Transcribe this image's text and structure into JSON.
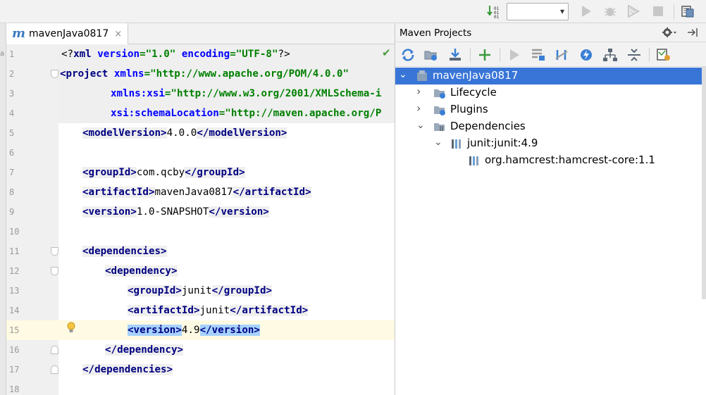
{
  "toolbar": {
    "run_config_value": "",
    "run_config_arrow": "▾"
  },
  "editor": {
    "tab_icon": "m",
    "tab_label": "mavenJava0817",
    "tab_close": "×",
    "lines": [
      {
        "num": "1"
      },
      {
        "num": "2"
      },
      {
        "num": "3"
      },
      {
        "num": "4"
      },
      {
        "num": "5"
      },
      {
        "num": "6"
      },
      {
        "num": "7"
      },
      {
        "num": "8"
      },
      {
        "num": "9"
      },
      {
        "num": "10"
      },
      {
        "num": "11"
      },
      {
        "num": "12"
      },
      {
        "num": "13"
      },
      {
        "num": "14"
      },
      {
        "num": "15"
      },
      {
        "num": "16"
      },
      {
        "num": "17"
      },
      {
        "num": "18"
      }
    ],
    "code": {
      "l1_open": "<?",
      "l1_xml": "xml",
      "l1_version_attr": " version",
      "l1_version_val": "=\"1.0\"",
      "l1_encoding_attr": " encoding",
      "l1_encoding_val": "=\"UTF-8\"",
      "l1_close": "?>",
      "l2_lt": "<",
      "l2_tag": "project",
      "l2_attr": " xmlns",
      "l2_val": "=\"http://www.apache.org/POM/4.0.0\"",
      "l3_attr": "xmlns:xsi",
      "l3_val": "=\"http://www.w3.org/2001/XMLSchema-i",
      "l4_attr": "xsi:schemaLocation",
      "l4_val": "=\"http://maven.apache.org/P",
      "model_tag": "modelVersion",
      "model_value": "4.0.0",
      "groupId_tag": "groupId",
      "group_value": "com.qcby",
      "artifactId_tag": "artifactId",
      "artifact_value": "mavenJava0817",
      "version_tag": "version",
      "version_value": "1.0-SNAPSHOT",
      "dependencies_tag": "dependencies",
      "dependency_tag": "dependency",
      "dep_group_value": "junit",
      "dep_artifact_value": "junit",
      "dep_version_value": "4.9",
      "lt": "<",
      "gt": ">",
      "lts": "</"
    }
  },
  "maven": {
    "title": "Maven Projects",
    "tree": {
      "root": "mavenJava0817",
      "lifecycle": "Lifecycle",
      "plugins": "Plugins",
      "dependencies": "Dependencies",
      "junit": "junit:junit:4.9",
      "hamcrest": "org.hamcrest:hamcrest-core:1.1"
    }
  },
  "colors": {
    "selection": "#3875d7",
    "tag": "#000080",
    "attribute": "#0000ff",
    "string": "#008000",
    "current_line": "#fffae3",
    "brand_m": "#3d7bbf"
  }
}
